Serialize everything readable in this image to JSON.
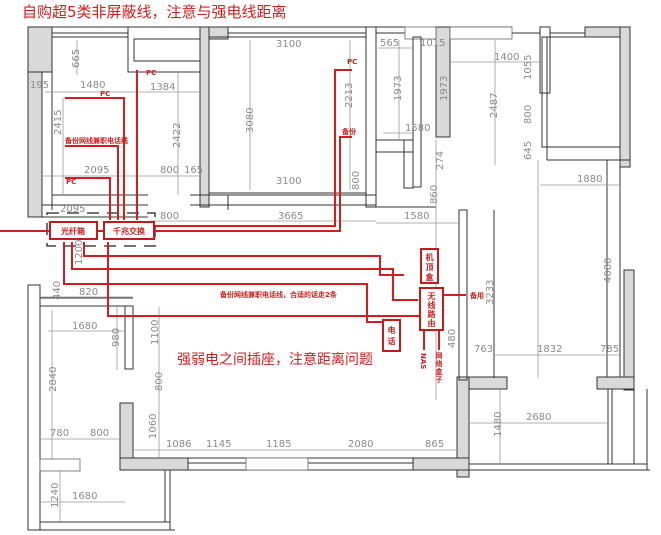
{
  "title": "自购超5类非屏蔽线，注意与强电线距离",
  "note": "强弱电之间插座，注意距离问题",
  "colors": {
    "wiring": "#d21e1e",
    "wall": "#d9d9d9",
    "dimension": "#8a8a8a"
  },
  "devices": {
    "fiber_box": "光纤箱",
    "gigabit_switch": "千兆交换",
    "set_top_box": [
      "机",
      "顶",
      "盒"
    ],
    "wireless_router": [
      "无",
      "线",
      "路",
      "由"
    ],
    "phone": [
      "电",
      "话"
    ],
    "nas": "NAS",
    "network_player": [
      "网",
      "络",
      "盒",
      "子"
    ]
  },
  "labels": {
    "pc1": "PC",
    "pc2": "PC",
    "pc3": "PC",
    "pc4": "PC",
    "backup_right": "备份",
    "backup_phone_line": "备份网线兼职电话线",
    "backup_line_note": "备份网线兼职电话线，合适的话走2条",
    "spare": "备用"
  },
  "dimensions": {
    "d665": "665",
    "d195": "195",
    "d1480": "1480",
    "d1384": "1384",
    "d2415": "2415",
    "d2422": "2422",
    "d2095a": "2095",
    "d800a": "800",
    "d165": "165",
    "d3100a": "3100",
    "d3080": "3080",
    "d3100b": "3100",
    "d2213": "2213",
    "d565": "565",
    "d1015": "1015",
    "d1973a": "1973",
    "d1973b": "1973",
    "d1580a": "1580",
    "d1400": "1400",
    "d1055": "1055",
    "d2487": "2487",
    "d800b": "800",
    "d645": "645",
    "d274": "274",
    "d800c": "800",
    "d860": "860",
    "d1880": "1880",
    "d1580b": "1580",
    "d3665": "3665",
    "d800d": "800",
    "d2095b": "2095",
    "d1200": "1200",
    "d440": "440",
    "d820": "820",
    "d1680a": "1680",
    "d980": "980",
    "d1100": "1100",
    "d3233": "3233",
    "d4080": "4080",
    "d763": "763",
    "d1832": "1832",
    "d785": "785",
    "d480": "480",
    "d2840": "2840",
    "d800e": "800",
    "d1060": "1060",
    "d780": "780",
    "d800f": "800",
    "d1086": "1086",
    "d1145": "1145",
    "d1185": "1185",
    "d2080": "2080",
    "d865": "865",
    "d1480b": "1480",
    "d2680": "2680",
    "d1240": "1240",
    "d1680b": "1680"
  }
}
